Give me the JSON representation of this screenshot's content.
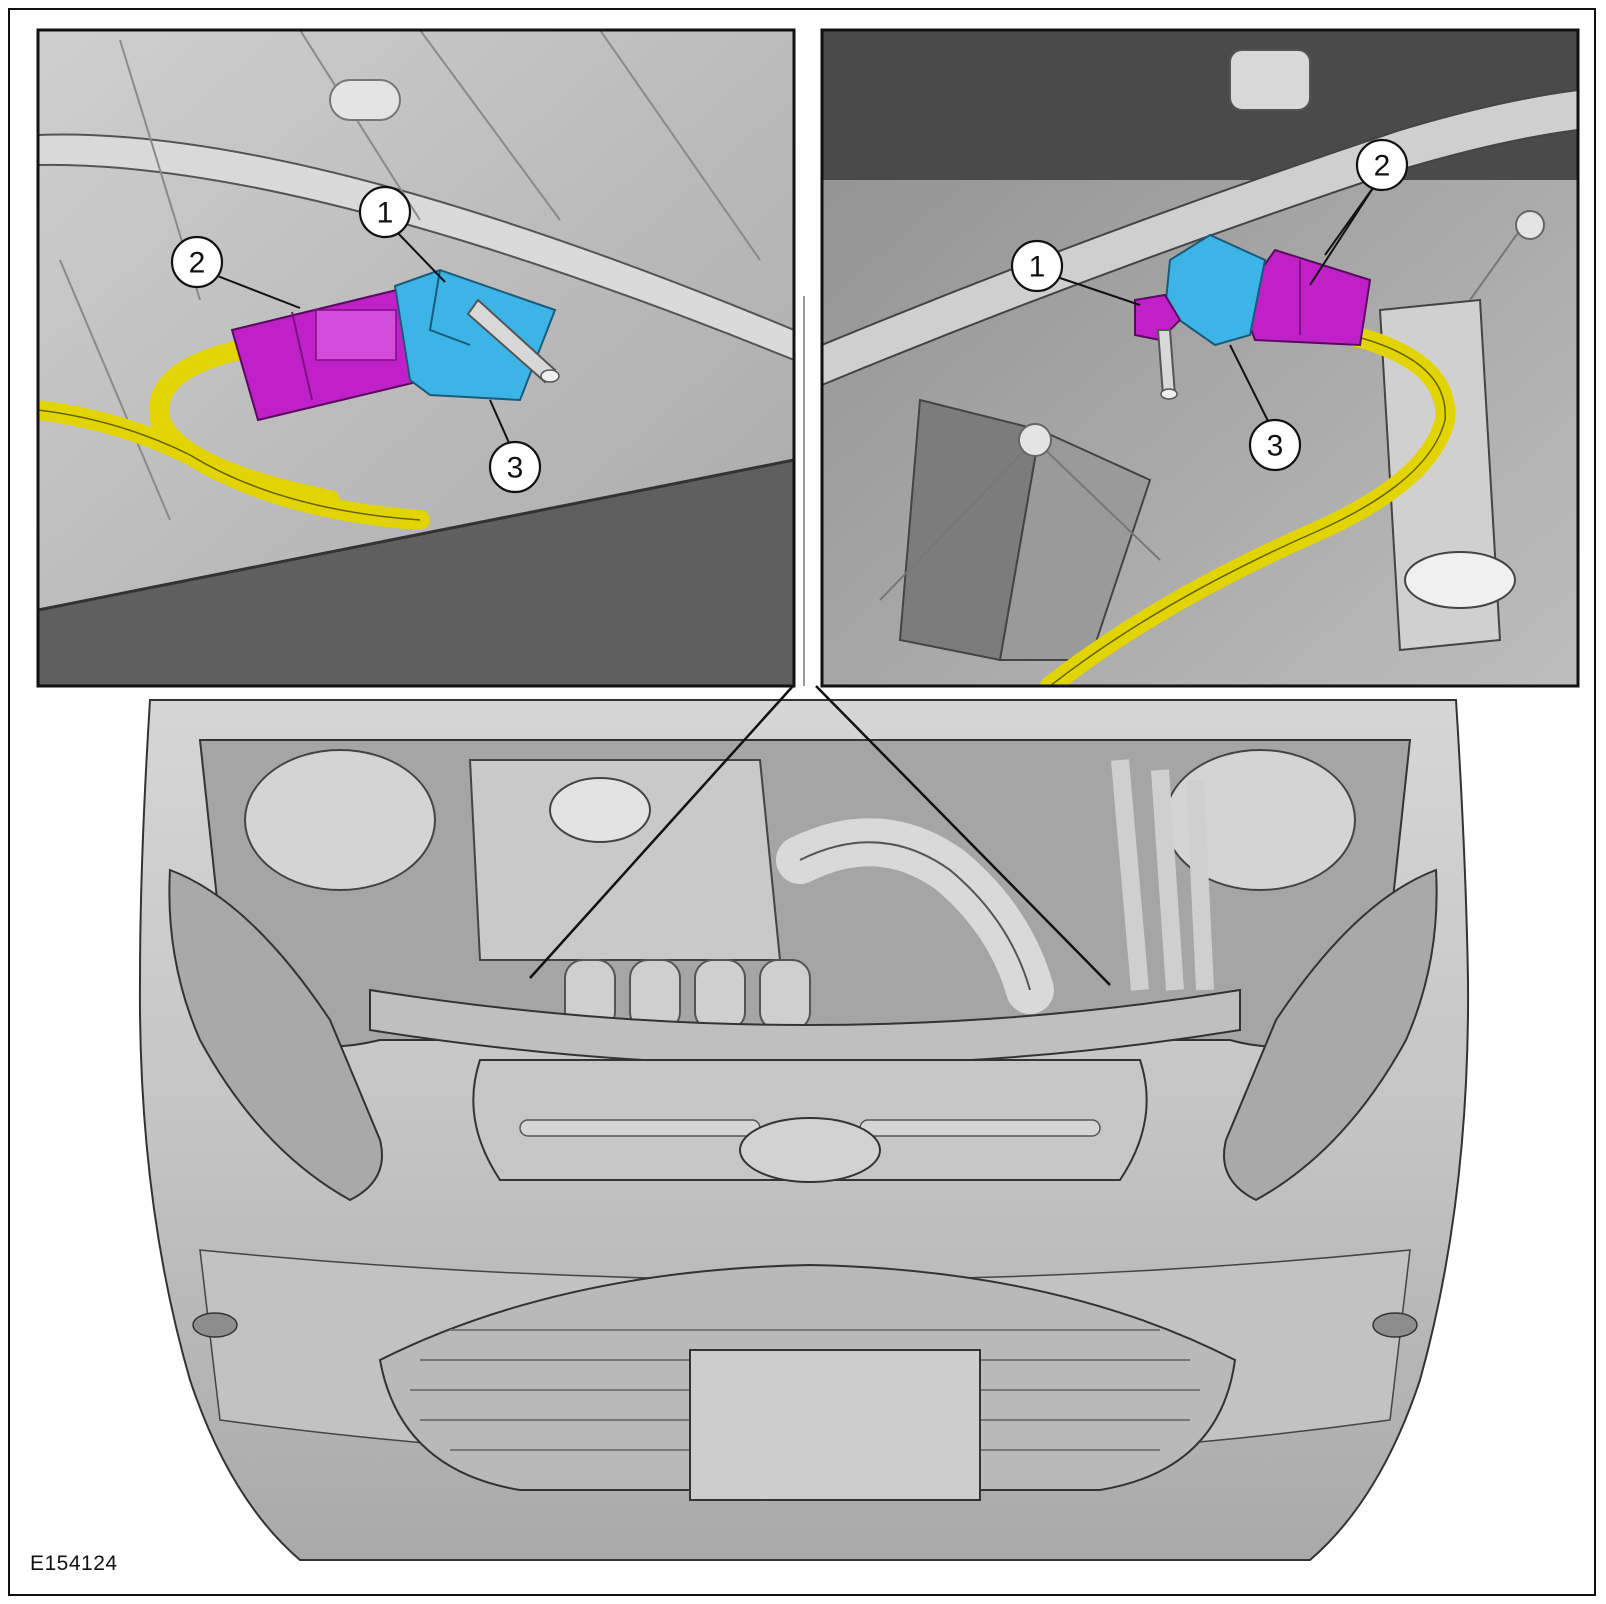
{
  "figure_id": "E154124",
  "colors": {
    "connector": "#c020c8",
    "sensor": "#3cb4e6",
    "harness": "#e2d400",
    "body": "#bdbdbd",
    "outline": "#111111"
  },
  "left_inset": {
    "callouts": [
      {
        "label": "1",
        "part": "sensor-stud"
      },
      {
        "label": "2",
        "part": "electrical-connector"
      },
      {
        "label": "3",
        "part": "sensor-body"
      }
    ]
  },
  "right_inset": {
    "callouts": [
      {
        "label": "1",
        "part": "sensor-stud"
      },
      {
        "label": "2",
        "part": "electrical-connector"
      },
      {
        "label": "3",
        "part": "sensor-body"
      }
    ]
  },
  "main_view": {
    "icon": "vehicle-front-engine-bay-icon"
  }
}
